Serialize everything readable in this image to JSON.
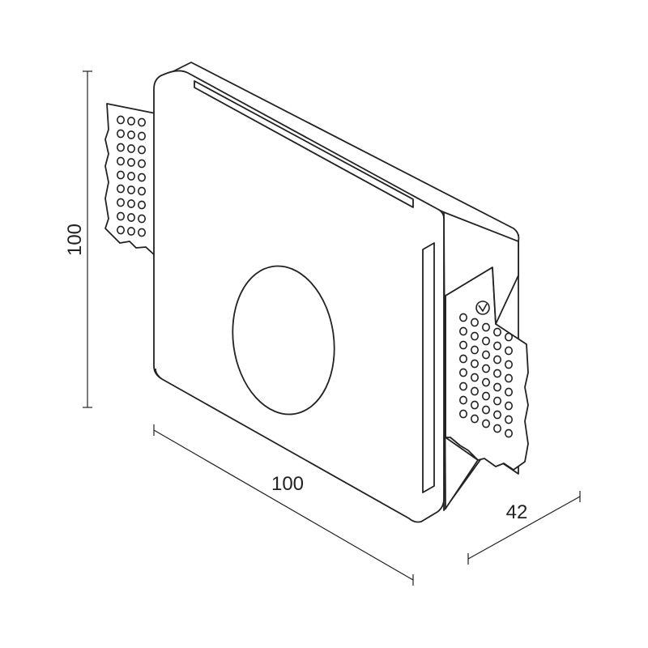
{
  "dimensions": {
    "height": "100",
    "width": "100",
    "depth": "42"
  }
}
